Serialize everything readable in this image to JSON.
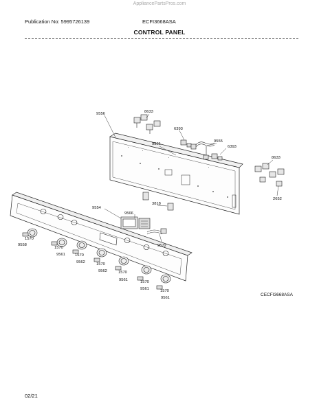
{
  "watermark": "AppliancePartsPros.com",
  "header": {
    "publication": "Publication No: 5995726139",
    "model": "ECFI3668ASA",
    "title": "CONTROL PANEL"
  },
  "diagram_code": "CECFI3668ASA",
  "footer_date": "02/21",
  "callouts": {
    "c9556": "9556",
    "c8633a": "8633",
    "c6393a": "6393",
    "c9551": "9551",
    "c9555": "9555",
    "c6393b": "6393",
    "c8633b": "8633",
    "c2652": "2652",
    "c3818": "3818",
    "c9554": "9554",
    "c9566": "9566",
    "c9572": "9572",
    "k1570a": "1570",
    "k9558": "9558",
    "k1570b": "1570",
    "k9561a": "9561",
    "k1570c": "1570",
    "k9562a": "9562",
    "k1570d": "1570",
    "k9562b": "9562",
    "k1570e": "1570",
    "k9561b": "9561",
    "k1570f": "1570",
    "k9561c": "9561",
    "k1570g": "1570",
    "k9561d": "9561"
  }
}
